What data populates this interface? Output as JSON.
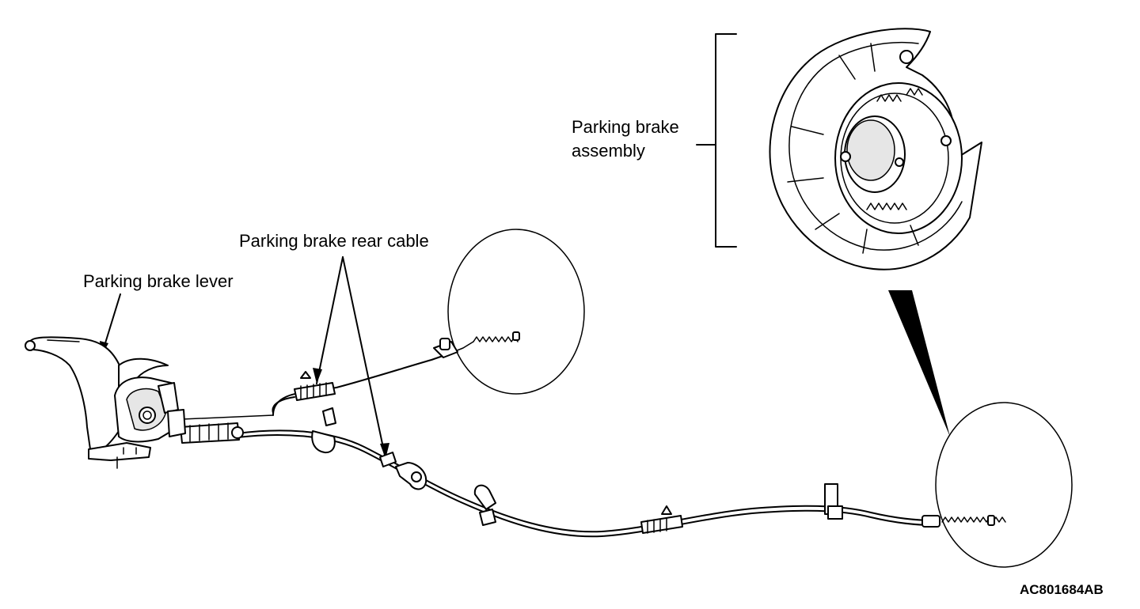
{
  "labels": {
    "assembly_line1": "Parking brake",
    "assembly_line2": "assembly",
    "rear_cable": "Parking brake rear cable",
    "lever": "Parking brake lever"
  },
  "figure_id": "AC801684AB"
}
